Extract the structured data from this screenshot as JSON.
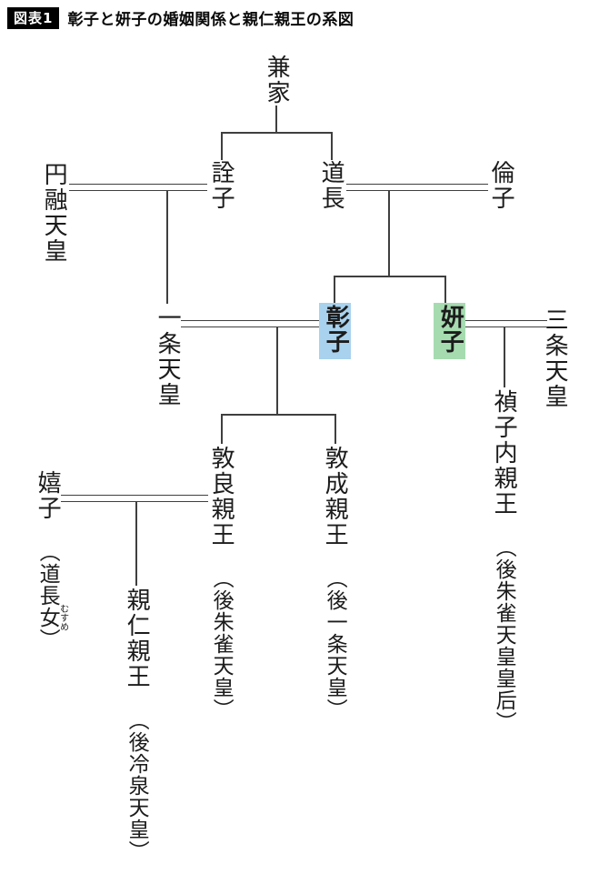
{
  "header": {
    "badge": "図表1",
    "title": "彰子と妍子の婚姻関係と親仁親王の系図"
  },
  "colors": {
    "highlight_blue": "#a8d2ee",
    "highlight_green": "#a6dbb0",
    "line": "#3f3f3f"
  },
  "people": {
    "kaneie": {
      "name": "兼家"
    },
    "senshi": {
      "name": "詮子"
    },
    "michinaga": {
      "name": "道長"
    },
    "rinshi": {
      "name": "倫子"
    },
    "enyu": {
      "name": "円融天皇"
    },
    "ichijo": {
      "name": "一条天皇"
    },
    "shoshi": {
      "name": "彰子",
      "highlight": "blue"
    },
    "kenshi": {
      "name": "妍子",
      "highlight": "green"
    },
    "sanjo": {
      "name": "三条天皇"
    },
    "teishi": {
      "name": "禎子内親王",
      "note": "（後朱雀天皇皇后）"
    },
    "atsunaga": {
      "name": "敦良親王",
      "note": "（後朱雀天皇）"
    },
    "atsuhira": {
      "name": "敦成親王",
      "note": "（後一条天皇）"
    },
    "kishi": {
      "name": "嬉子",
      "note_pre": "（道長",
      "ruby_base": "女",
      "ruby_text": "むすめ",
      "note_post": "）"
    },
    "chikahito": {
      "name": "親仁親王",
      "note": "（後冷泉天皇）"
    }
  },
  "relationships": {
    "marriages": [
      "円融天皇＝詮子",
      "道長＝倫子",
      "一条天皇＝彰子",
      "妍子＝三条天皇",
      "嬉子＝敦良親王"
    ],
    "children": [
      "兼家 → 詮子・道長",
      "円融天皇×詮子 → 一条天皇",
      "道長×倫子 → 彰子・妍子",
      "一条天皇×彰子 → 敦良親王・敦成親王",
      "妍子×三条天皇 → 禎子内親王",
      "嬉子×敦良親王 → 親仁親王"
    ]
  }
}
